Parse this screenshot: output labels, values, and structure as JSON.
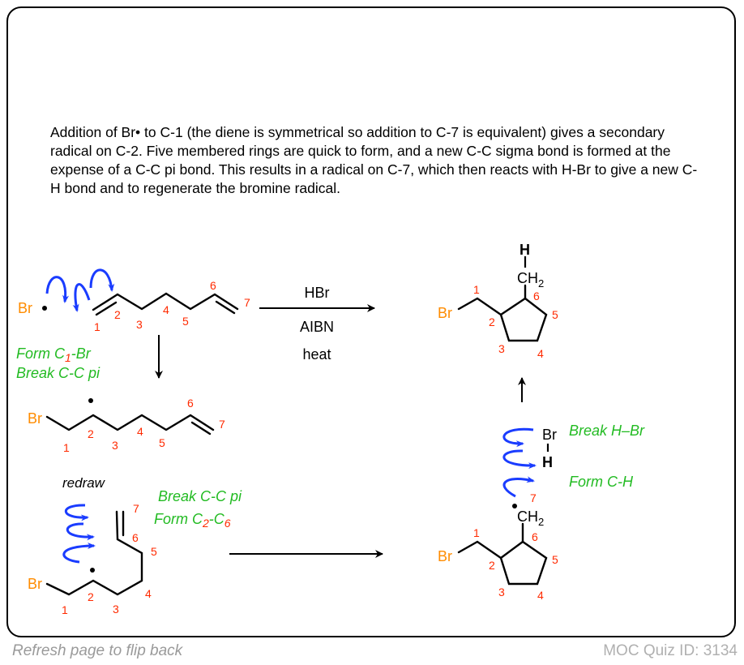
{
  "description": "Addition of Br• to C-1 (the diene is symmetrical so addition to C-7 is equivalent) gives a secondary radical on C-2. Five membered rings are quick to form, and a new C-C sigma bond is formed at the expense of a C-C pi bond. This results in a radical on C-7, which then reacts with H-Br to give a new C-H bond and to regenerate the bromine radical.",
  "atoms": {
    "br": "Br",
    "h": "H",
    "ch": "CH",
    "sub2": "2"
  },
  "numbers": [
    "1",
    "2",
    "3",
    "4",
    "5",
    "6",
    "7"
  ],
  "reagents": {
    "r1": "HBr",
    "r2": "AIBN",
    "r3": "heat"
  },
  "step1": {
    "form_pre": "Form C",
    "form_sub": "1",
    "form_post": "-Br",
    "break": "Break C-C pi"
  },
  "step2": {
    "redraw": "redraw",
    "break": "Break C-C pi",
    "form_pre": "Form C",
    "form_sub1": "2",
    "form_mid": "-C",
    "form_sub2": "6"
  },
  "step3": {
    "break": "Break H–Br",
    "form": "Form C-H"
  },
  "footer": {
    "left": "Refresh page to flip back",
    "right": "MOC Quiz ID: 3134"
  },
  "colors": {
    "bromine": "#ff8c00",
    "numbers": "#ff2a00",
    "labels": "#22bb22",
    "arrows": "#1a3cff"
  }
}
